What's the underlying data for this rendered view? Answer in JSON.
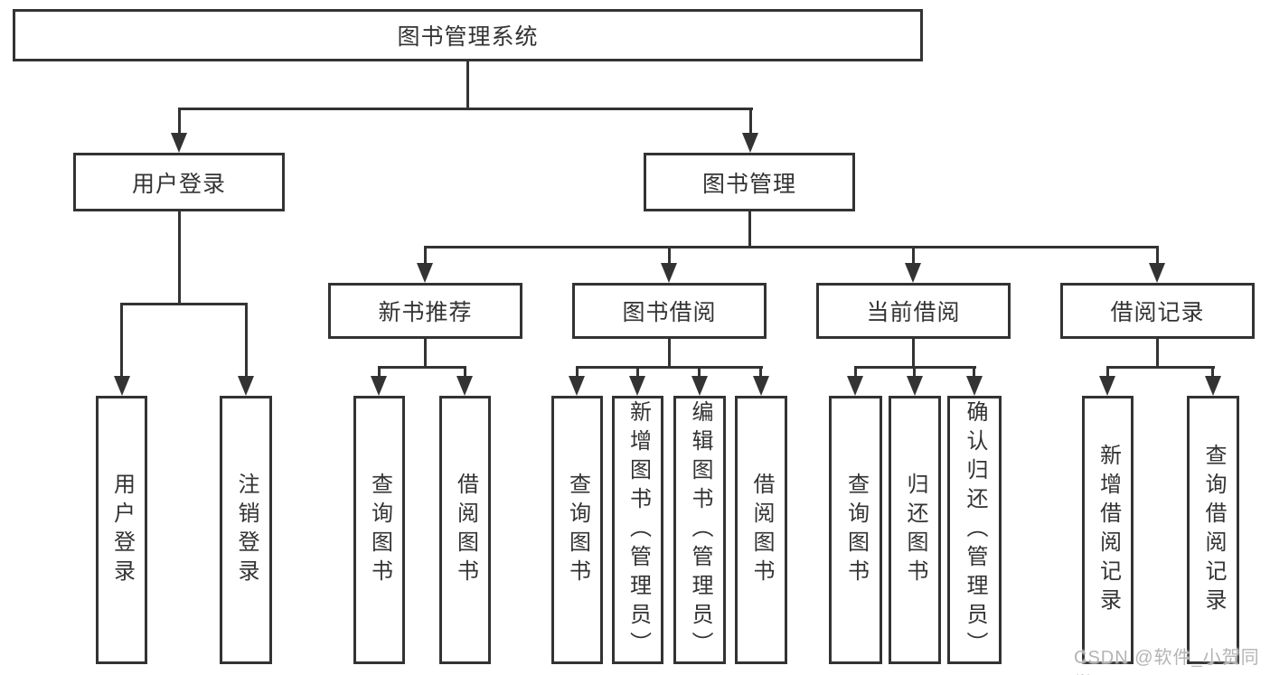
{
  "tree": {
    "root": {
      "label": "图书管理系统"
    },
    "branches": [
      {
        "label": "用户登录",
        "children": [
          {
            "label": "用户登录"
          },
          {
            "label": "注销登录"
          }
        ]
      },
      {
        "label": "图书管理",
        "groups": [
          {
            "label": "新书推荐",
            "children": [
              {
                "label": "查询图书"
              },
              {
                "label": "借阅图书"
              }
            ]
          },
          {
            "label": "图书借阅",
            "children": [
              {
                "label": "查询图书"
              },
              {
                "label": "新增图书（管理员）"
              },
              {
                "label": "编辑图书（管理员）"
              },
              {
                "label": "借阅图书"
              }
            ]
          },
          {
            "label": "当前借阅",
            "children": [
              {
                "label": "查询图书"
              },
              {
                "label": "归还图书"
              },
              {
                "label": "确认归还（管理员）"
              }
            ]
          },
          {
            "label": "借阅记录",
            "children": [
              {
                "label": "新增借阅记录"
              },
              {
                "label": "查询借阅记录"
              }
            ]
          }
        ]
      }
    ]
  },
  "watermark": {
    "text": "CSDN @软件_小贺同学"
  },
  "colors": {
    "line": "#333333",
    "text": "#333333",
    "watermark": "#b4b4b4",
    "background": "#ffffff"
  }
}
